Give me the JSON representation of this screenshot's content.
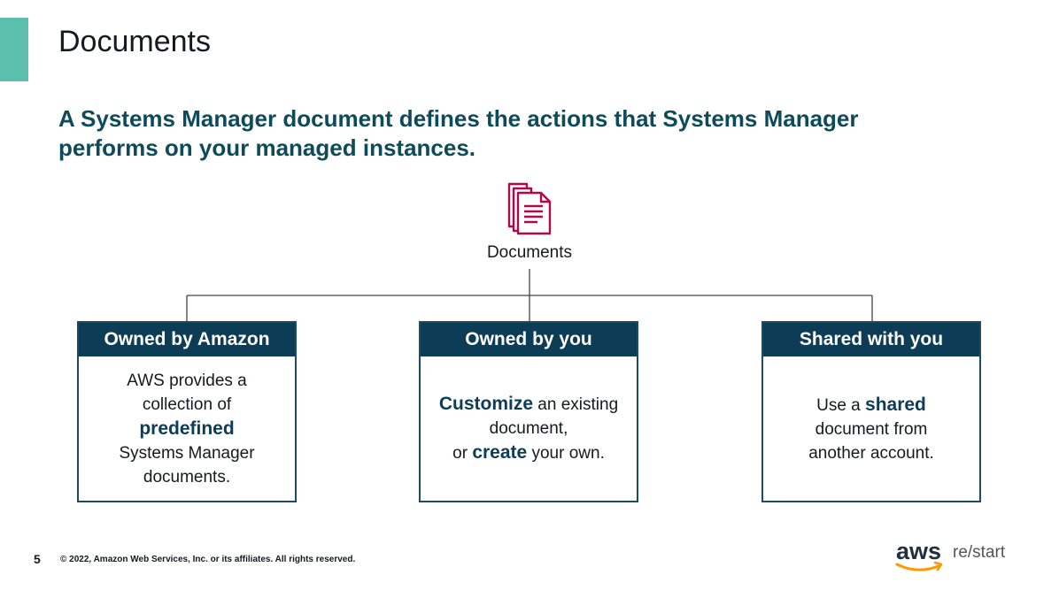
{
  "slide": {
    "title": "Documents",
    "subtitle": "A Systems Manager document defines the actions that Systems Manager performs on your managed instances.",
    "page_number": "5",
    "copyright": "© 2022, Amazon Web Services, Inc. or its affiliates. All rights reserved."
  },
  "diagram": {
    "root_label": "Documents",
    "root_icon": "documents-icon",
    "cards": [
      {
        "header": "Owned by Amazon",
        "body": [
          "AWS provides a",
          "collection of",
          "predefined",
          "Systems Manager",
          "documents."
        ]
      },
      {
        "header": "Owned by you",
        "body": [
          "Customize",
          " an existing",
          "document,",
          "or ",
          "create",
          " your own."
        ]
      },
      {
        "header": "Shared with you",
        "body": [
          "Use a ",
          "shared",
          "document from",
          "another account."
        ]
      }
    ]
  },
  "branding": {
    "logo_text": "aws",
    "logo_suffix": "re/start"
  },
  "colors": {
    "accent": "#5cbfae",
    "navy": "#0d3c57",
    "teal_text": "#0e4b5a",
    "icon": "#b0084d",
    "aws_smile": "#ff9900"
  }
}
